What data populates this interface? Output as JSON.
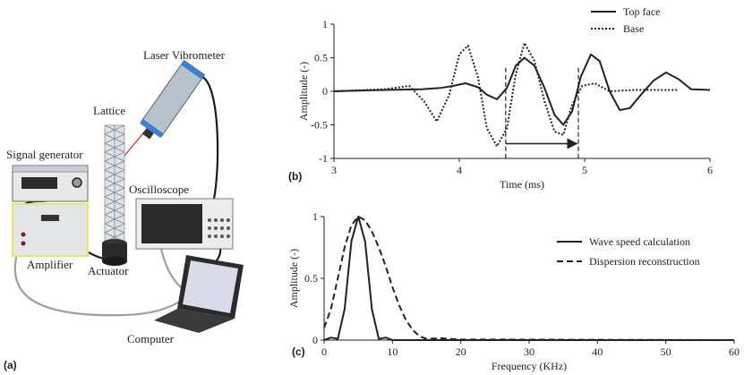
{
  "setup": {
    "panel_label": "(a)",
    "labels": {
      "laser_vibrometer": "Laser Vibrometer",
      "lattice": "Lattice",
      "signal_generator": "Signal generator",
      "oscilloscope": "Oscilloscope",
      "amplifier": "Amplifier",
      "actuator": "Actuator",
      "computer": "Computer"
    },
    "colors": {
      "amplifier_outline": "#e8e85a",
      "laser_body": "#b8c2cc",
      "laser_accent": "#3d7fd6",
      "laser_beam": "#e02020"
    }
  },
  "chart_data": [
    {
      "type": "line",
      "panel_label": "(b)",
      "xlabel": "Time (ms)",
      "ylabel": "Amplitude (-)",
      "xlim": [
        3,
        6
      ],
      "ylim": [
        -1,
        1
      ],
      "xticks": [
        "3",
        "4",
        "5",
        "6"
      ],
      "yticks": [
        "-1",
        "-0.5",
        "0",
        "0.5",
        "1"
      ],
      "legend": "top-right",
      "series": [
        {
          "name": "Top face",
          "style": "solid",
          "color": "#222222",
          "x": [
            3.0,
            3.4,
            3.7,
            3.85,
            3.95,
            4.05,
            4.15,
            4.22,
            4.3,
            4.38,
            4.45,
            4.52,
            4.6,
            4.68,
            4.76,
            4.83,
            4.9,
            4.97,
            5.05,
            5.12,
            5.2,
            5.28,
            5.36,
            5.45,
            5.55,
            5.65,
            5.75,
            5.85,
            6.0
          ],
          "y": [
            0.0,
            0.02,
            0.03,
            0.05,
            0.08,
            0.12,
            0.06,
            -0.05,
            -0.12,
            0.05,
            0.38,
            0.5,
            0.38,
            0.05,
            -0.35,
            -0.5,
            -0.3,
            0.22,
            0.55,
            0.45,
            0.0,
            -0.28,
            -0.25,
            -0.05,
            0.16,
            0.28,
            0.18,
            0.03,
            0.02
          ]
        },
        {
          "name": "Base",
          "style": "dotted",
          "color": "#222222",
          "x": [
            3.0,
            3.4,
            3.6,
            3.72,
            3.82,
            3.92,
            4.0,
            4.07,
            4.15,
            4.22,
            4.3,
            4.38,
            4.45,
            4.52,
            4.6,
            4.68,
            4.76,
            4.83,
            4.9,
            4.98,
            5.08,
            5.2,
            5.4,
            5.6,
            5.75
          ],
          "y": [
            0.0,
            0.03,
            0.08,
            -0.15,
            -0.45,
            -0.05,
            0.55,
            0.68,
            0.2,
            -0.55,
            -0.82,
            -0.55,
            0.25,
            0.72,
            0.45,
            -0.15,
            -0.6,
            -0.65,
            -0.2,
            0.08,
            0.12,
            0.0,
            0.02,
            0.02,
            0.02
          ]
        }
      ],
      "annotations": {
        "markers_x": [
          4.37,
          4.95
        ],
        "arrow_y": -0.78
      }
    },
    {
      "type": "line",
      "panel_label": "(c)",
      "xlabel": "Frequency (KHz)",
      "ylabel": "Amplitude (-)",
      "xlim": [
        0,
        60
      ],
      "ylim": [
        0,
        1
      ],
      "xticks": [
        "0",
        "10",
        "20",
        "30",
        "40",
        "50",
        "60"
      ],
      "yticks": [
        "0",
        "0.5",
        "1"
      ],
      "legend": "right",
      "series": [
        {
          "name": "Wave speed calculation",
          "style": "solid",
          "color": "#222222",
          "x": [
            0,
            1,
            2,
            3,
            4,
            5,
            6,
            7,
            8,
            9,
            10,
            60
          ],
          "y": [
            0.0,
            0.02,
            0.01,
            0.25,
            0.8,
            1.0,
            0.8,
            0.25,
            0.01,
            0.02,
            0.0,
            0.0
          ]
        },
        {
          "name": "Dispersion reconstruction",
          "style": "dashed",
          "color": "#222222",
          "x": [
            0,
            1,
            2,
            3,
            4,
            5,
            6,
            7,
            8,
            9,
            10,
            11,
            12,
            13,
            14,
            15,
            17,
            20,
            60
          ],
          "y": [
            0.1,
            0.25,
            0.5,
            0.75,
            0.93,
            1.0,
            0.97,
            0.88,
            0.75,
            0.6,
            0.43,
            0.28,
            0.16,
            0.08,
            0.03,
            0.01,
            0.015,
            0.005,
            0.0
          ]
        }
      ]
    }
  ]
}
